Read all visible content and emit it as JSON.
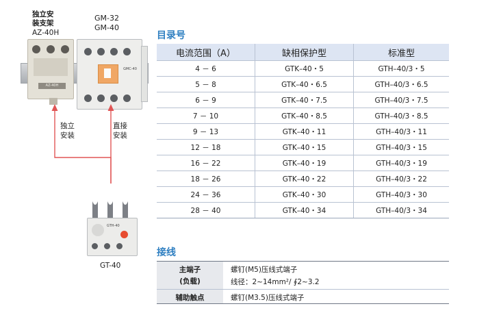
{
  "left": {
    "bracket_label": [
      "独立安",
      "装支架",
      "AZ-40H"
    ],
    "contactor_label": [
      "GM-32",
      "GM-40"
    ],
    "contactor_module_text": "GMC-40",
    "bracket_plate_text": "AZ-40H",
    "arrow_left_label": [
      "独立",
      "安装"
    ],
    "arrow_right_label": [
      "直接",
      "安装"
    ],
    "relay_module_text": "GTH-40",
    "relay_label": "GT-40"
  },
  "catalog": {
    "title": "目录号",
    "headers": [
      "电流范围（A）",
      "缺相保护型",
      "标准型"
    ],
    "rows": [
      [
        "4 － 6",
        "GTK–40・5",
        "GTH–40/3・5"
      ],
      [
        "5 － 8",
        "GTK–40・6.5",
        "GTH–40/3・6.5"
      ],
      [
        "6 － 9",
        "GTK–40・7.5",
        "GTH–40/3・7.5"
      ],
      [
        "7 － 10",
        "GTK–40・8.5",
        "GTH–40/3・8.5"
      ],
      [
        "9 － 13",
        "GTK–40・11",
        "GTH–40/3・11"
      ],
      [
        "12 － 18",
        "GTK–40・15",
        "GTH–40/3・15"
      ],
      [
        "16 － 22",
        "GTK–40・19",
        "GTH–40/3・19"
      ],
      [
        "18 － 26",
        "GTK–40・22",
        "GTH–40/3・22"
      ],
      [
        "24 － 36",
        "GTK–40・30",
        "GTH–40/3・30"
      ],
      [
        "28 － 40",
        "GTK–40・34",
        "GTH–40/3・34"
      ]
    ]
  },
  "wiring": {
    "title": "接线",
    "main_terminal_label": [
      "主端子",
      "(负载)"
    ],
    "main_terminal_values": [
      "螺钉(M5)压线式端子",
      "线径：2~14mm²/ ∮2~3.2"
    ],
    "aux_contact_label": "辅助触点",
    "aux_contact_value": "螺钉(M3.5)压线式端子"
  },
  "colors": {
    "accent": "#2f7fc1",
    "arrow": "#e05555",
    "header_bg": "#dde5f3",
    "label_bg": "#e7e9ed"
  }
}
